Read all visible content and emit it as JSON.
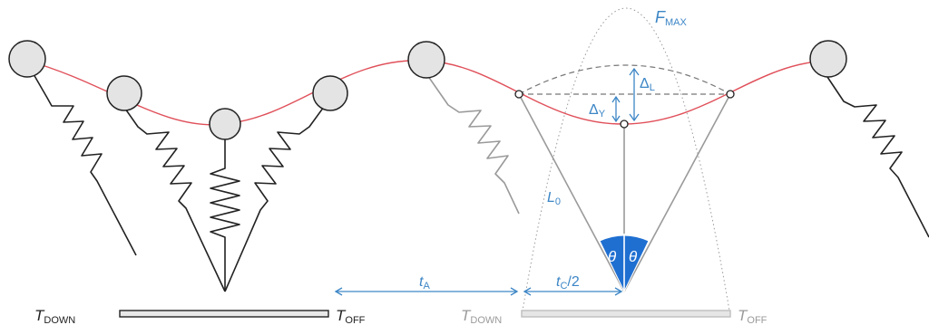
{
  "colors": {
    "curve": "#e0505a",
    "spring": "#222222",
    "spring_faded": "#9a9a9a",
    "ball_fill": "#e4e4e4",
    "ball_stroke": "#222222",
    "blue_label": "#3d86c6",
    "theta_fill": "#1f6fd1",
    "dashed": "#777777",
    "dotted": "#9a9a9a",
    "timing_bar": "#222222",
    "timing_bar_faded": "#bdbdbd"
  },
  "labels": {
    "f_max_main": "F",
    "f_max_sub": "MAX",
    "delta_l_main": "Δ",
    "delta_l_sub": "L",
    "delta_y_main": "Δ",
    "delta_y_sub": "Y",
    "l0_main": "L",
    "l0_sub": "0",
    "theta_left": "θ",
    "theta_right": "θ",
    "t_a_main": "t",
    "t_a_sub": "A",
    "t_c_main": "t",
    "t_c_sub": "C",
    "t_c_suffix": "/2",
    "t_down_left_main": "T",
    "t_down_left_sub": "DOWN",
    "t_off_left_main": "T",
    "t_off_left_sub": "OFF",
    "t_down_right_main": "T",
    "t_down_right_sub": "DOWN",
    "t_off_right_main": "T",
    "t_off_right_sub": "OFF"
  },
  "icons": {
    "contact_point": "open-circle",
    "arrow": "double-headed-arrow"
  }
}
